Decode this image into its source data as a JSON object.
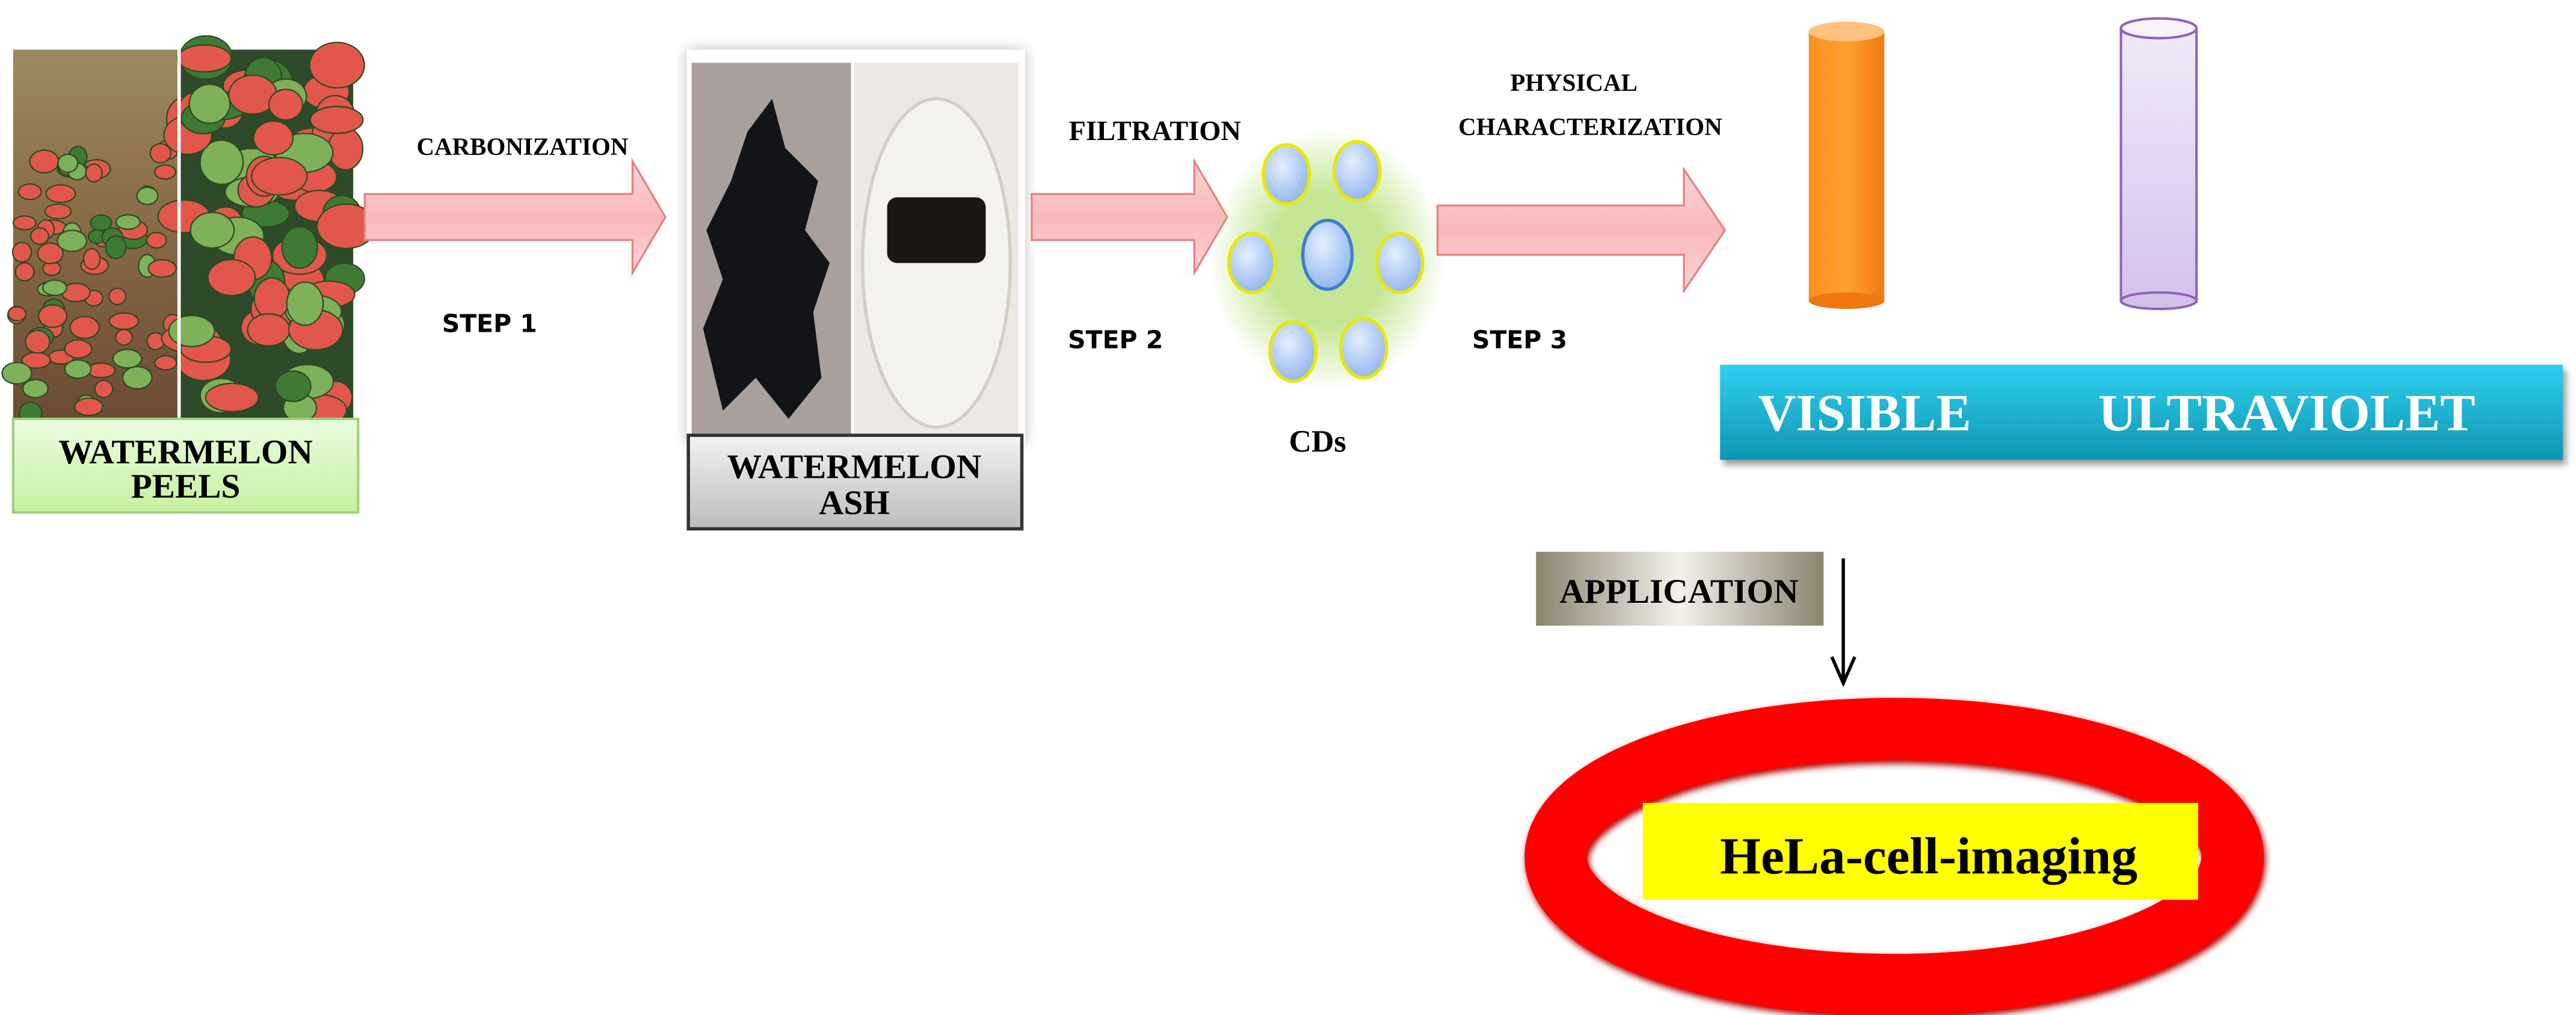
{
  "steps": {
    "step1": {
      "process": "CARBONIZATION",
      "label": "STEP  1"
    },
    "step2": {
      "process": "FILTRATION",
      "label": "STEP  2"
    },
    "step3": {
      "process_line1": "PHYSICAL",
      "process_line2": "CHARACTERIZATION",
      "label": "STEP  3"
    }
  },
  "nodes": {
    "peels": {
      "line1": "WATERMELON",
      "line2": "PEELS",
      "color": "#d6f5b8"
    },
    "ash": {
      "line1": "WATERMELON",
      "line2": "ASH",
      "color": "#d9d9d9"
    },
    "cds": {
      "label": "CDs"
    },
    "characterization": {
      "visible": "VISIBLE",
      "ultraviolet": "ULTRAVIOLET",
      "bar_color": "#19b3d1",
      "visible_color": "#f7841c",
      "uv_color": "#dccbef"
    },
    "application": {
      "label": "APPLICATION"
    },
    "result": {
      "label": "HeLa-cell-imaging",
      "ring_color": "#ff0000",
      "box_color": "#ffff00"
    }
  },
  "colors": {
    "arrow_fill": "#f9c4c4",
    "arrow_stroke": "#e07070"
  }
}
